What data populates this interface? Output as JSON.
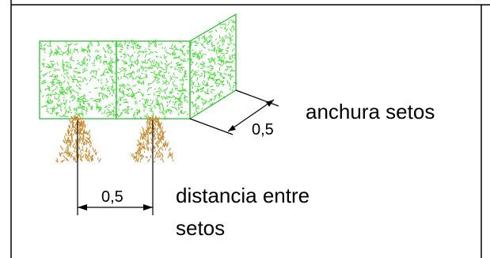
{
  "labels": {
    "hedge_width": "anchura setos",
    "distance_line1": "distancia entre",
    "distance_line2": "setos"
  },
  "dimensions": {
    "hedge_width_value": "0,5",
    "hedge_distance_value": "0,5"
  },
  "colors": {
    "frame": "#000000",
    "foliage": "#44dd33",
    "foliage_outline": "#22bb22",
    "trunk": "#c8872a",
    "dimension_line": "#000000"
  }
}
